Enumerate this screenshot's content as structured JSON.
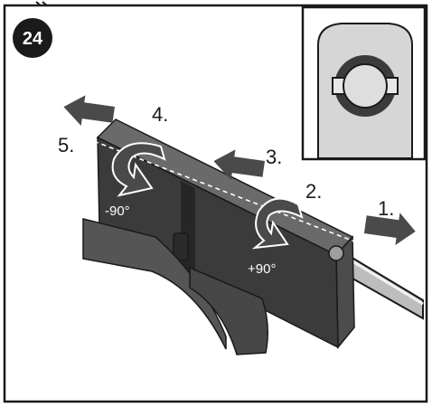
{
  "figure": {
    "step_number": "24",
    "angles": {
      "negative": "-90°",
      "positive": "+90°"
    },
    "steps": [
      {
        "label": "1."
      },
      {
        "label": "2."
      },
      {
        "label": "3."
      },
      {
        "label": "4."
      },
      {
        "label": "5."
      }
    ],
    "colors": {
      "frame": "#1a1a1a",
      "device_dark": "#3b3b3b",
      "device_mid": "#555555",
      "arrow_fill": "#4a4a4a",
      "inset_bg": "#e3e3e3",
      "rod": "#bdbdbd"
    }
  }
}
